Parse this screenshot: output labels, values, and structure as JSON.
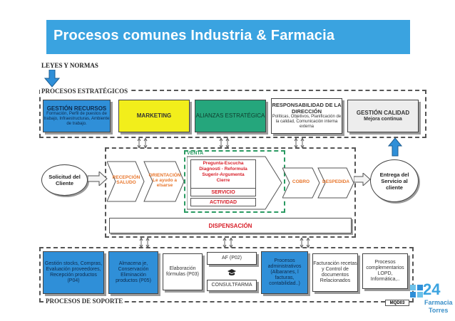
{
  "title": "Procesos comunes Industria & Farmacia",
  "laws_label": "LEYES Y NORMAS",
  "strategic": {
    "label": "PROCESOS ESTRATÉGICOS",
    "hr": {
      "title": "GESTIÓN RECURSOS",
      "desc": "Formación, Perfil de puestos de trabajo, Infraestructuras, Ambiente de trabajo."
    },
    "marketing": "MARKETING",
    "alliances": "ALIANZAS ESTRATÉGICA",
    "direction": {
      "title": "RESPONSABILIDAD DE LA DIRECCIÓN",
      "desc": "Políticas, Objetivos, Planificación de la calidad, Comunicación interna externa"
    },
    "quality": {
      "title": "GESTIÓN CALIDAD",
      "desc": "Mejora continua"
    }
  },
  "core": {
    "request": "Solicitud del Cliente",
    "reception": "RECEPCIÓN SALUDO",
    "orientation": "ORIENTACIÓN Le ayudo a elsarse",
    "sale_label": "VENTA",
    "sale_items": [
      "Pregunta-Escucha",
      "Diagnosti - Reformula",
      "Sugerir-Argumenta",
      "Cierre"
    ],
    "service": "SERVICIO",
    "activity": "ACTIVIDAD",
    "payment": "COBRO",
    "farewell": "DESPEDIDA",
    "dispensing": "DISPENSACIÓN",
    "delivery": "Entrega del Servicio al cliente"
  },
  "support": {
    "label": "PROCESOS DE SOPORTE",
    "stock": "Gestión stocks, Compras, Evaluación proveedores, Recepción productos (P04)",
    "storage": "Almacena je, Conservación Eliminación productos (P05)",
    "formulas": "Elaboración fórmulas (P03)",
    "af": "AF (P02)",
    "consult": "CONSULTFARMA",
    "admin": "Procesos administrativos (Albaranes, l facturas, contabilidad..)",
    "billing": "Facturación recetas y Control de documentos Relacionados",
    "complementary": "Procesos complementarios LOPD, Informática,..",
    "code": "MQD03"
  },
  "logo": {
    "number": "24",
    "line1": "Farmacia",
    "line2": "Torres"
  },
  "colors": {
    "title_bg": "#3aa3e0",
    "blue": "#2f8fd8",
    "yellow": "#f2ee1b",
    "green": "#25a67c",
    "orange": "#e8762c",
    "red": "#d8202a"
  }
}
